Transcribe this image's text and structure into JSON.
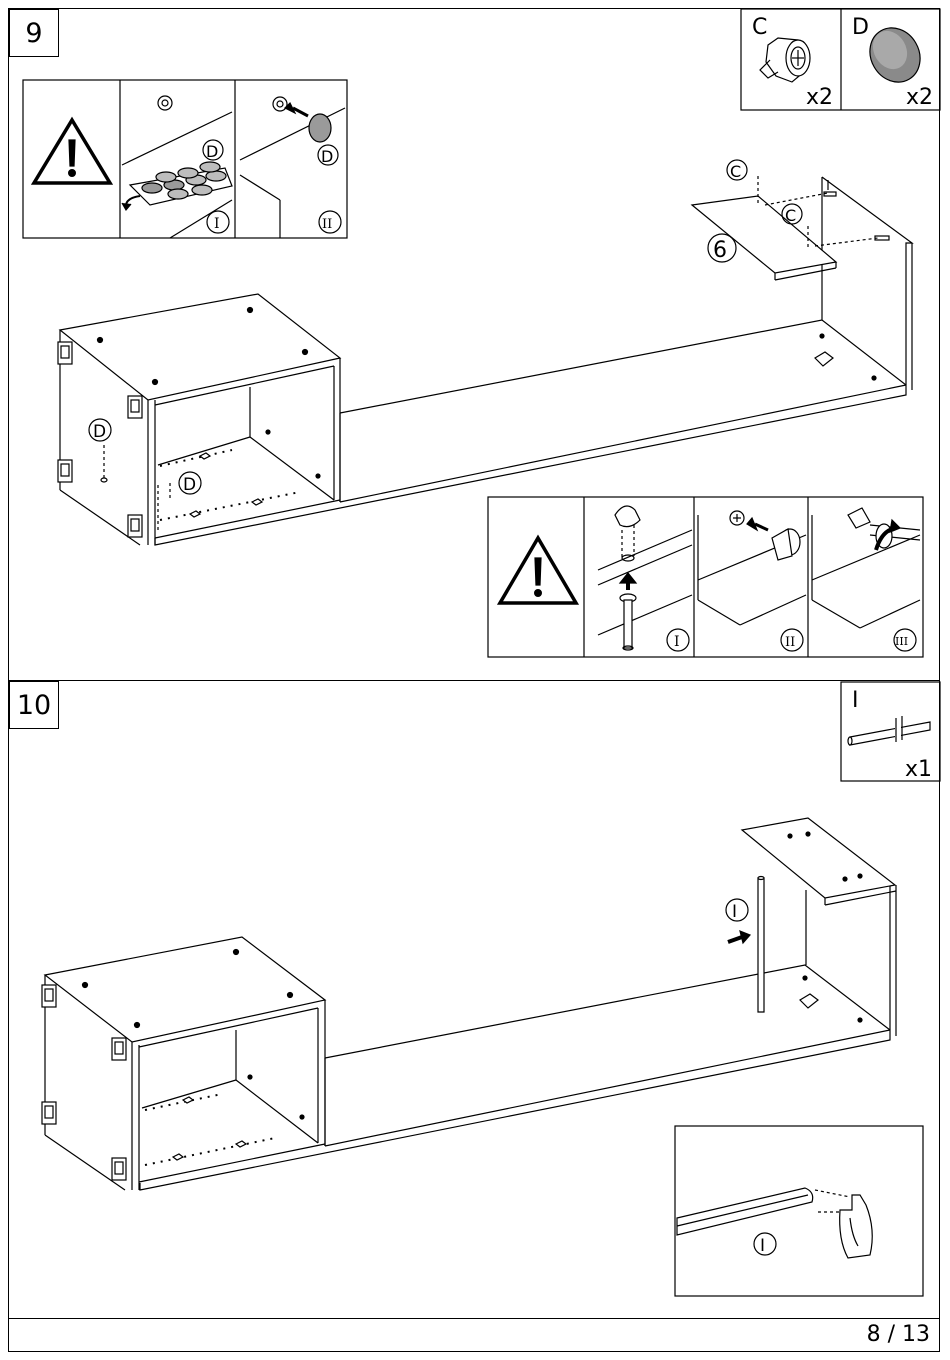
{
  "step9": {
    "number": "9",
    "parts": [
      {
        "letter": "C",
        "qty": "x2",
        "icon": "cam-lock-icon"
      },
      {
        "letter": "D",
        "qty": "x2",
        "icon": "cover-cap-icon"
      }
    ],
    "callouts": {
      "part_c": "C",
      "part_d": "D",
      "panel": "6"
    },
    "detail_top": {
      "icon": "warning-icon",
      "sub1": "I",
      "sub2": "II",
      "letter": "D"
    },
    "detail_bottom": {
      "icon": "warning-icon",
      "sub1": "I",
      "sub2": "II",
      "sub3": "III"
    }
  },
  "step10": {
    "number": "10",
    "part": {
      "letter": "I",
      "qty": "x1",
      "icon": "rod-icon"
    },
    "callout": "I",
    "detail": {
      "letter": "I"
    }
  },
  "footer": {
    "page": "8 / 13"
  }
}
